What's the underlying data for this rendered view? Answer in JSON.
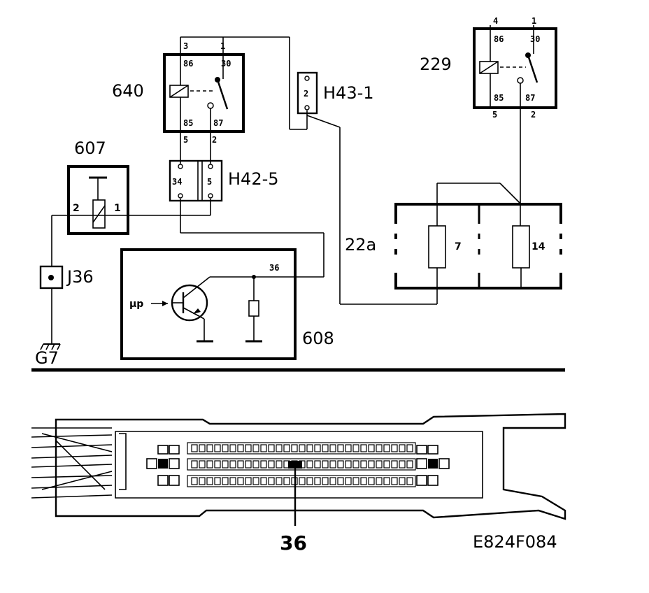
{
  "components": {
    "relay_640": {
      "label": "640",
      "pins": {
        "p3": "3",
        "p1": "1",
        "p86": "86",
        "p30": "30",
        "p85": "85",
        "p87": "87",
        "p5": "5",
        "p2": "2"
      }
    },
    "relay_229": {
      "label": "229",
      "pins": {
        "p4": "4",
        "p1": "1",
        "p86": "86",
        "p30": "30",
        "p85": "85",
        "p87": "87",
        "p5": "5",
        "p2": "2"
      }
    },
    "connector_h43": {
      "label": "H43-1",
      "pin": "2"
    },
    "connector_h42": {
      "label": "H42-5",
      "pins": [
        "34",
        "5"
      ]
    },
    "switch_607": {
      "label": "607",
      "pins": {
        "p2": "2",
        "p1": "1"
      }
    },
    "junction_j36": {
      "label": "J36"
    },
    "ground_g7": {
      "label": "G7"
    },
    "fusebox_22a": {
      "label": "22a",
      "fuses": [
        "7",
        "14"
      ]
    },
    "ecu_608": {
      "label": "608",
      "pin": "36",
      "input_label": "μp"
    }
  },
  "connector_detail": {
    "pin_callout": "36"
  },
  "figure_code": "E824F084"
}
